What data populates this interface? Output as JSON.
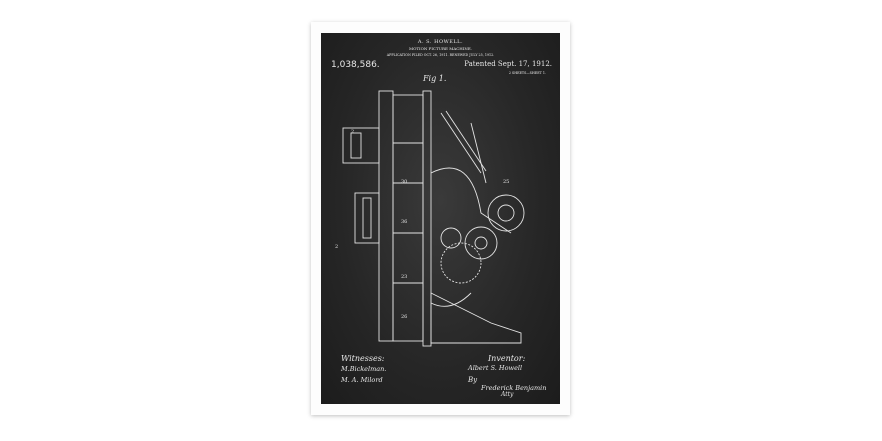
{
  "poster": {
    "inventor_name": "A. S. HOWELL.",
    "title": "MOTION PICTURE MACHINE.",
    "application": "APPLICATION FILED OCT. 26, 1911. RENEWED JULY 25, 1912.",
    "patent_number": "1,038,586.",
    "patented": "Patented Sept. 17, 1912.",
    "sheet": "2 SHEETS—SHEET 1.",
    "figure_label": "Fig 1.",
    "witnesses_label": "Witnesses:",
    "witness_1": "M.Bickelman.",
    "witness_2": "M. A. Milord",
    "inventor_label": "Inventor:",
    "inventor_signature": "Albert S. Howell",
    "by_label": "By",
    "attorney_signature": "Frederick Benjamin",
    "attorney_label": "Atty"
  },
  "colors": {
    "board": "#262626",
    "chalk": "#e8e8e8",
    "frame": "#fdfdfd"
  }
}
